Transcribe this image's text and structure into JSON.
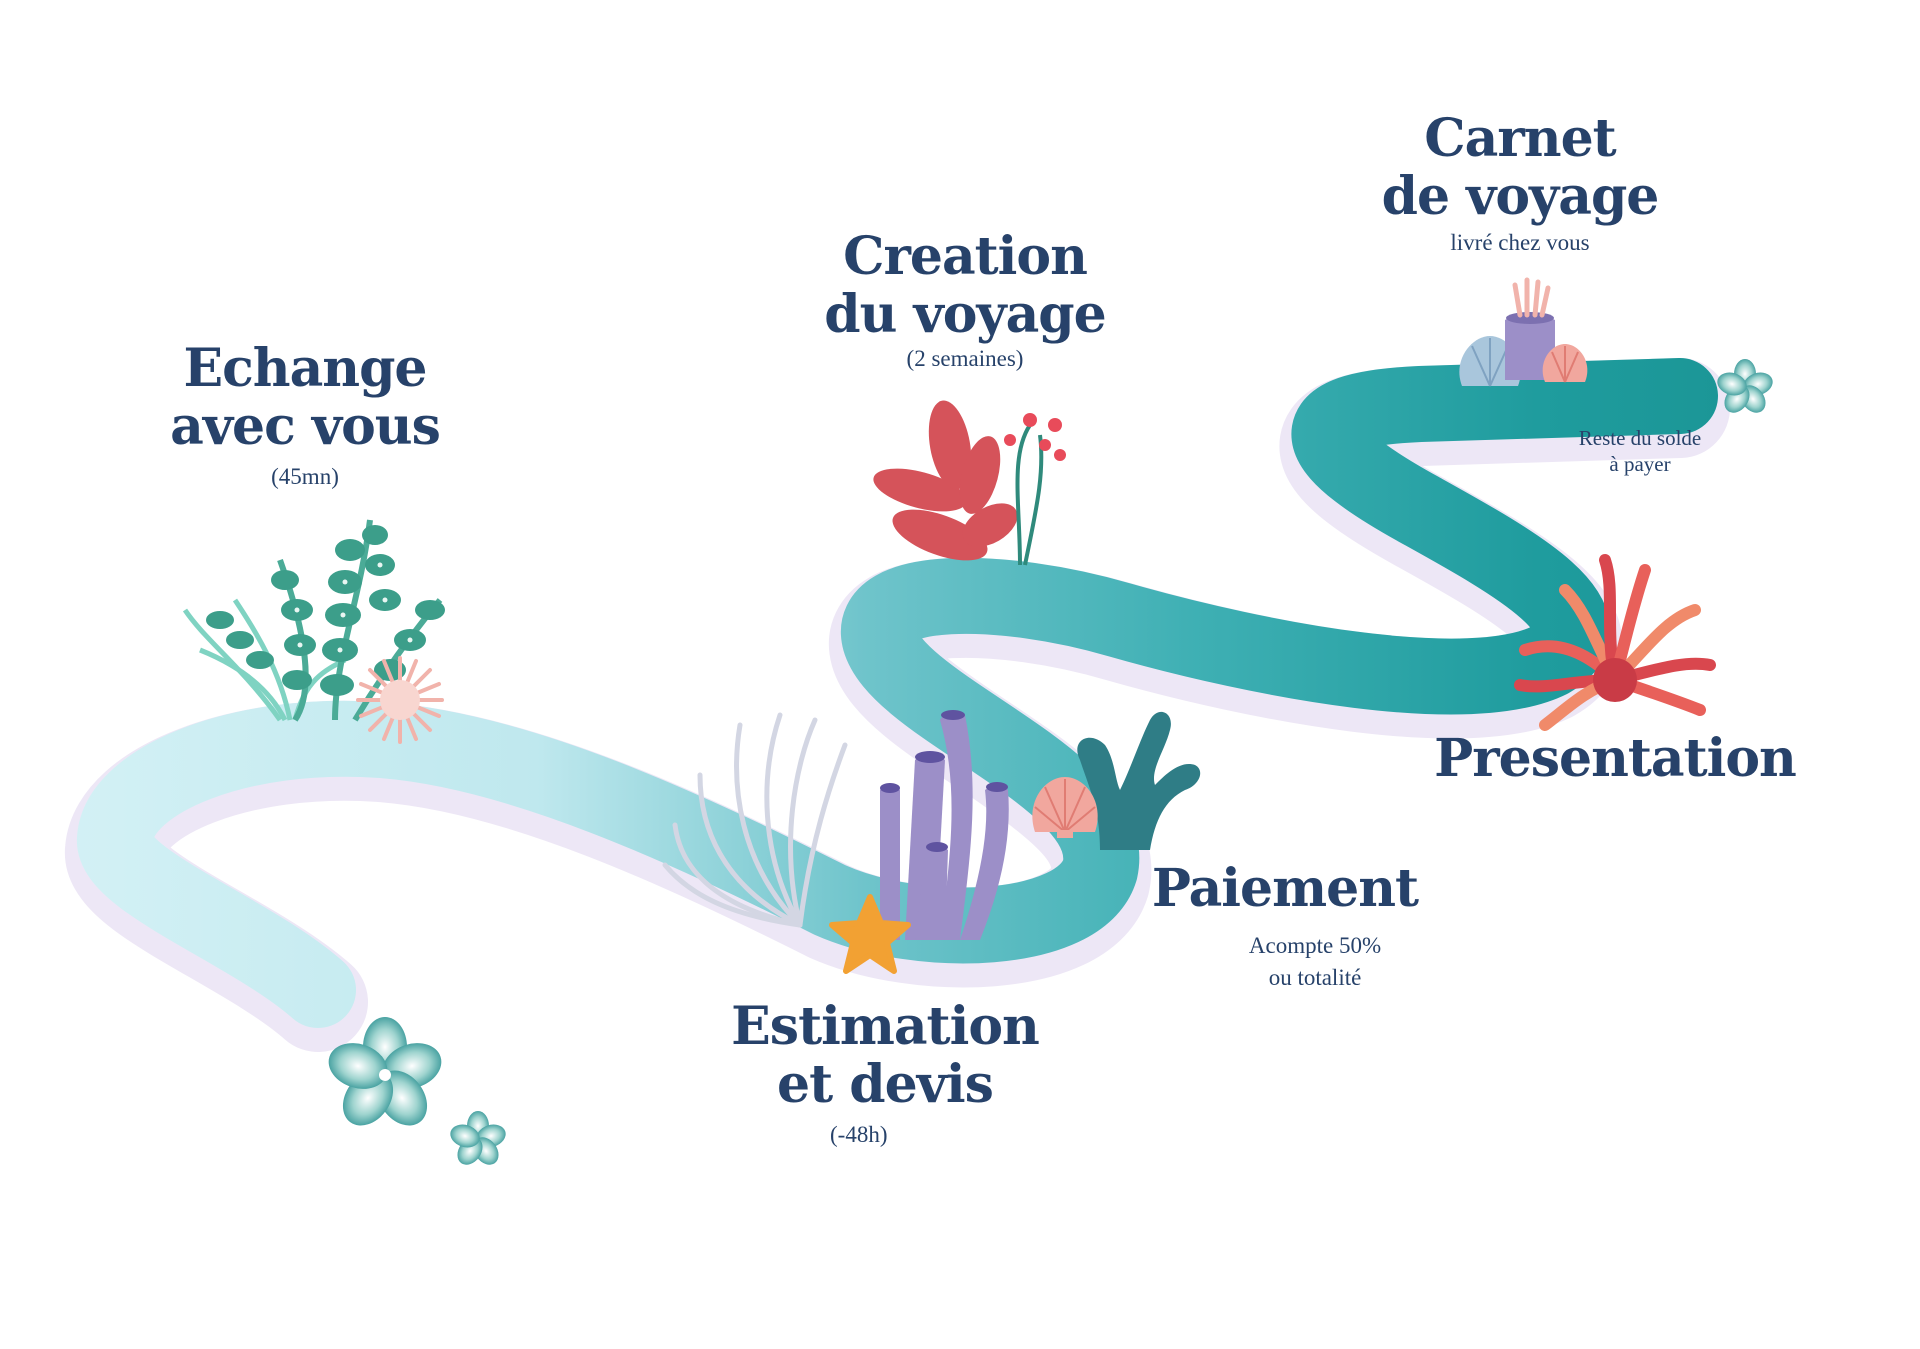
{
  "steps": {
    "echange": {
      "title": [
        "Echange",
        "avec vous"
      ],
      "note": [
        "(45mn)"
      ]
    },
    "estimation": {
      "title": [
        "Estimation",
        "et devis"
      ],
      "note": [
        "(-48h)"
      ]
    },
    "creation": {
      "title": [
        "Creation",
        "du voyage"
      ],
      "note": [
        "(2 semaines)"
      ]
    },
    "paiement": {
      "title": [
        "Paiement"
      ],
      "note": [
        "Acompte 50%",
        "ou totalité"
      ]
    },
    "presentation": {
      "title": [
        "Presentation"
      ],
      "note": [
        "Reste du solde",
        "à payer"
      ]
    },
    "carnet": {
      "title": [
        "Carnet",
        "de voyage"
      ],
      "note": [
        "livré chez vous"
      ]
    }
  },
  "colors": {
    "text": "#27426a",
    "path_light": "#d2f0f5",
    "path_mid": "#7fcdd4",
    "path_dark": "#1f9a9c",
    "coral_red": "#d5535a",
    "coral_pink": "#f1b3ab",
    "seaweed_green": "#4bab97",
    "purple_coral": "#9c8fc8",
    "starfish": "#f2a133"
  },
  "decorations": [
    "seaweed-icon",
    "sea-urchin-icon",
    "flower-icon",
    "purple-tube-coral-icon",
    "white-fan-coral-icon",
    "starfish-icon",
    "teal-coral-icon",
    "shell-icon",
    "red-leaf-coral-icon",
    "anemone-icon"
  ]
}
